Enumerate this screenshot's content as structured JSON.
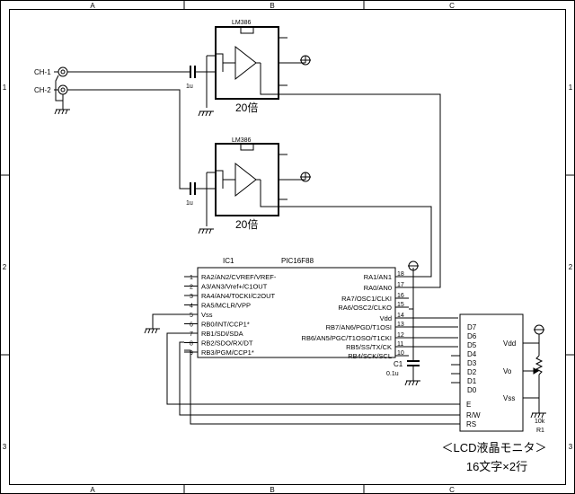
{
  "border": {
    "cols": [
      "A",
      "B",
      "C"
    ],
    "rows": [
      "1",
      "2",
      "3"
    ]
  },
  "connectors": [
    {
      "label": "CH-1"
    },
    {
      "label": "CH-2"
    }
  ],
  "amps": [
    {
      "part": "LM386",
      "gain": "20倍",
      "cap": "1u"
    },
    {
      "part": "LM386",
      "gain": "20倍",
      "cap": "1u"
    }
  ],
  "pic": {
    "ref": "IC1",
    "part": "PIC16F88",
    "left_pins": [
      {
        "num": "1",
        "name": "RA2/AN2/CVREF/VREF-"
      },
      {
        "num": "2",
        "name": "A3/AN3/Vref+/C1OUT"
      },
      {
        "num": "3",
        "name": "RA4/AN4/T0CKI/C2OUT"
      },
      {
        "num": "4",
        "name": "RA5/MCLR/VPP"
      },
      {
        "num": "5",
        "name": "Vss"
      },
      {
        "num": "6",
        "name": "RB0/INT/CCP1*"
      },
      {
        "num": "7",
        "name": "RB1/SDI/SDA"
      },
      {
        "num": "8",
        "name": "RB2/SDO/RX/DT"
      },
      {
        "num": "9",
        "name": "RB3/PGM/CCP1*"
      }
    ],
    "right_pins": [
      {
        "num": "18",
        "name": "RA1/AN1"
      },
      {
        "num": "17",
        "name": "RA0/AN0"
      },
      {
        "num": "16",
        "name": "RA7/OSC1/CLKI"
      },
      {
        "num": "15",
        "name": "RA6/OSC2/CLKO"
      },
      {
        "num": "14",
        "name": "Vdd"
      },
      {
        "num": "13",
        "name": "RB7/AN6/PGD/T1OSI"
      },
      {
        "num": "12",
        "name": "RB6/AN5/PGC/T1OSO/T1CKI"
      },
      {
        "num": "11",
        "name": "RB5/SS/TX/CK"
      },
      {
        "num": "10",
        "name": "RB4/SCK/SCL"
      }
    ]
  },
  "cap_c1": {
    "ref": "C1",
    "value": "0.1u"
  },
  "lcd": {
    "data_pins": [
      "D7",
      "D6",
      "D5",
      "D4",
      "D3",
      "D2",
      "D1",
      "D0"
    ],
    "ctrl_pins": [
      "E",
      "R/W",
      "RS"
    ],
    "power_pins": [
      "Vdd",
      "Vo",
      "Vss"
    ],
    "title": "＜LCD液晶モニタ＞",
    "subtitle": "16文字×2行"
  },
  "pot": {
    "value": "10k",
    "ref": "R1"
  }
}
